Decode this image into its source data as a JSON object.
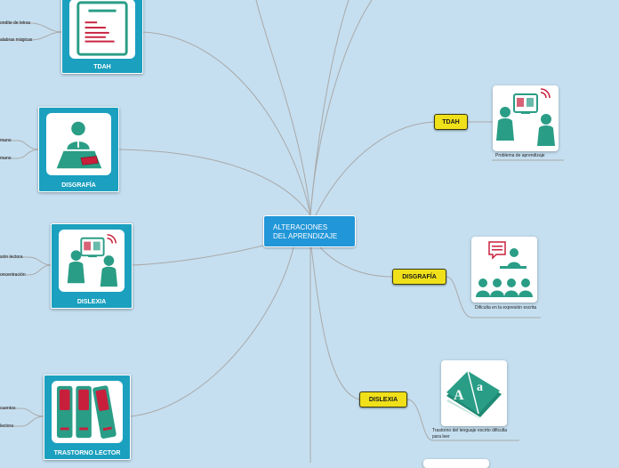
{
  "central": {
    "line1": "ALTERACIONES",
    "line2": "DEL APRENDIZAJE"
  },
  "left_cards": {
    "tdah": {
      "label": "TDAH",
      "leaves": [
        "ondite de letras",
        "alabras mágicas"
      ]
    },
    "disgrafia": {
      "label": "DISGRAFÍA",
      "leaves": [
        "mano",
        "mano"
      ]
    },
    "dislexia": {
      "label": "DISLEXIA",
      "leaves": [
        "sión lectora",
        "oncentración"
      ]
    },
    "trastorno": {
      "label": "TRASTORNO LECTOR",
      "leaves": [
        "cuentos",
        "lectora"
      ]
    }
  },
  "right_branches": {
    "tdah": {
      "label": "TDAH",
      "note": "Problema de aprendizaje"
    },
    "disgrafia": {
      "label": "DISGRAFÍA",
      "note": "Dificulta en la expresión escrita"
    },
    "dislexia": {
      "label": "DISLEXIA",
      "note": "Trastorno del lenguaje escrito dificulta para leer"
    }
  },
  "colors": {
    "background": "#c5dff0",
    "central": "#2196d8",
    "card": "#1ba0bf",
    "tag": "#f0e01a",
    "teal": "#2a9d86",
    "red": "#c8203c"
  }
}
